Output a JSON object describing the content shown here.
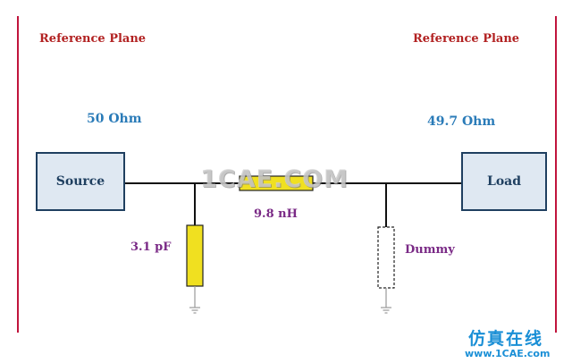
{
  "reference_plane_left": "Reference Plane",
  "reference_plane_right": "Reference Plane",
  "source": {
    "impedance": "50 Ohm",
    "label": "Source"
  },
  "load": {
    "impedance": "49.7 Ohm",
    "label": "Load"
  },
  "components": {
    "capacitor": "3.1 pF",
    "inductor": "9.8 nH",
    "dummy": "Dummy"
  },
  "watermark": {
    "center": "1CAE.COM",
    "corner_cn": "仿真在线",
    "corner_url": "www.1CAE.com"
  },
  "colors": {
    "reference_line": "#c0143c",
    "reference_text": "#b22222",
    "impedance_text": "#2a7bb8",
    "component_text": "#7a2a86",
    "box_fill": "#dfe8f2",
    "box_border": "#1f3f60",
    "component_fill": "#f0e020"
  }
}
